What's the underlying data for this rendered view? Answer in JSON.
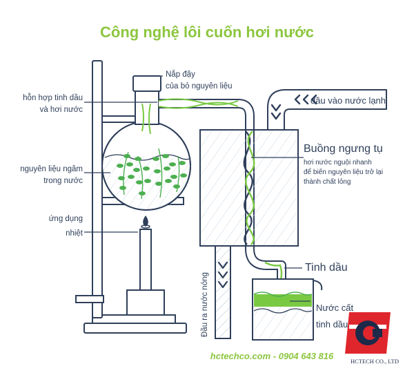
{
  "title": "Công nghệ lôi cuốn hơi nước",
  "labels": {
    "lid_line1": "Nắp đậy",
    "lid_line2": "của bỏ nguyên liệu",
    "mix_line1": "hỗn hợp tinh dầu",
    "mix_line2": "và hơi nước",
    "material_line1": "nguyên liệu ngâm",
    "material_line2": "trong nước",
    "heat_line1": "ứng dụng",
    "heat_line2": "nhiệt",
    "cold_in": "đầu vào nước lạnh",
    "condenser_title": "Buồng ngưng tụ",
    "condenser_line1": "hơi nước nguội nhanh",
    "condenser_line2": "để biến nguyên liệu trở lại",
    "condenser_line3": "thành chất lỏng",
    "hot_out": "Đầu ra nước nóng",
    "oil": "Tinh dầu",
    "distilled_line1": "Nước cất",
    "distilled_line2": "tinh dầu"
  },
  "footer": {
    "contact": "hctechco.com - 0904 643 816",
    "company": "HCTECH CO., LTD"
  },
  "colors": {
    "title": "#8cc63f",
    "line": "#2f3f5a",
    "green": "#7ac943",
    "leaf": "#4caf50",
    "flame": "#2f3f5a",
    "logo_red": "#e0262d",
    "logo_navy": "#1d2a4a"
  }
}
